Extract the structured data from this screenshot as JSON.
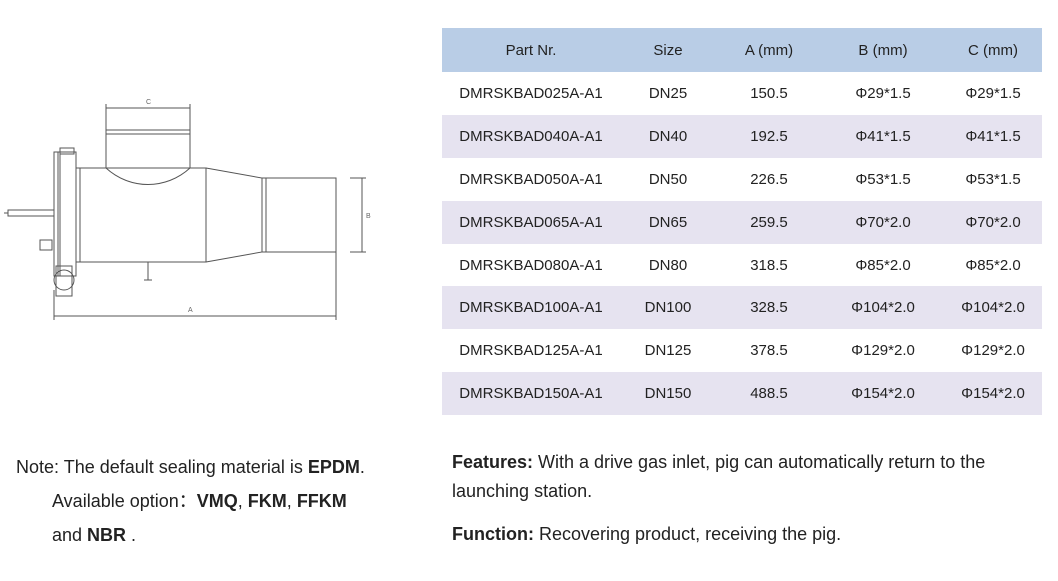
{
  "table": {
    "headers": [
      "Part Nr.",
      "Size",
      "A (mm)",
      "B (mm)",
      "C (mm)"
    ],
    "rows": [
      [
        "DMRSKBAD025A-A1",
        "DN25",
        "150.5",
        "Φ29*1.5",
        "Φ29*1.5"
      ],
      [
        "DMRSKBAD040A-A1",
        "DN40",
        "192.5",
        "Φ41*1.5",
        "Φ41*1.5"
      ],
      [
        "DMRSKBAD050A-A1",
        "DN50",
        "226.5",
        "Φ53*1.5",
        "Φ53*1.5"
      ],
      [
        "DMRSKBAD065A-A1",
        "DN65",
        "259.5",
        "Φ70*2.0",
        "Φ70*2.0"
      ],
      [
        "DMRSKBAD080A-A1",
        "DN80",
        "318.5",
        "Φ85*2.0",
        "Φ85*2.0"
      ],
      [
        "DMRSKBAD100A-A1",
        "DN100",
        "328.5",
        "Φ104*2.0",
        "Φ104*2.0"
      ],
      [
        "DMRSKBAD125A-A1",
        "DN125",
        "378.5",
        "Φ129*2.0",
        "Φ129*2.0"
      ],
      [
        "DMRSKBAD150A-A1",
        "DN150",
        "488.5",
        "Φ154*2.0",
        "Φ154*2.0"
      ]
    ],
    "header_color": "#b9cde6",
    "alt_row_color": "#e6e3f0"
  },
  "drawing": {
    "label_a": "A",
    "label_b": "B",
    "label_c": "C"
  },
  "note": {
    "prefix": "Note: The default sealing material is ",
    "default_material": "EPDM",
    "period": ".",
    "available_label": "Available option：",
    "opt1": "VMQ",
    "sep1": ",  ",
    "opt2": "FKM",
    "sep2": ",  ",
    "opt3": "FFKM",
    "and_text": "and ",
    "opt4": "NBR",
    "end": " ."
  },
  "features": {
    "label": "Features:",
    "text": " With a drive gas inlet, pig can automatically return to the launching station."
  },
  "function": {
    "label": "Function:",
    "text": " Recovering product, receiving the pig."
  }
}
